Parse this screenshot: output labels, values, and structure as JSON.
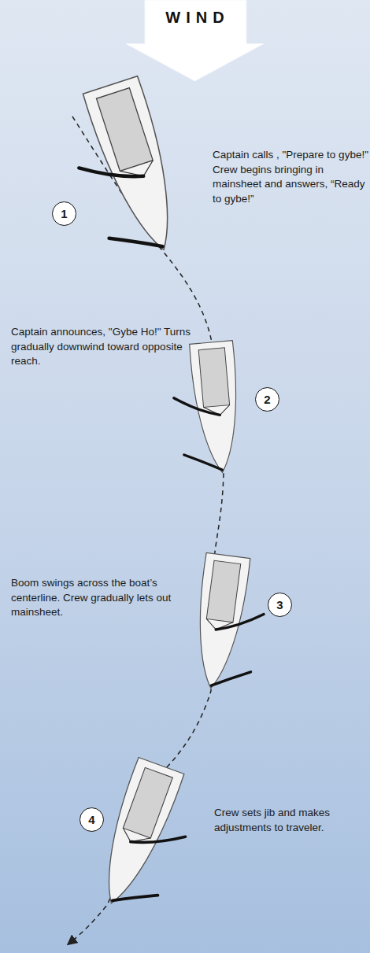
{
  "diagram": {
    "nodes": [
      {
        "text": [
          "WIND"
        ]
      },
      {
        "text": [
          "1"
        ]
      },
      {
        "text": [
          "2"
        ]
      },
      {
        "text": [
          "3"
        ]
      },
      {
        "text": [
          "4"
        ]
      }
    ],
    "labels": [
      "Captain calls , \"Prepare to gybe!\" Crew begins bringing in mainsheet and answers, “Ready to gybe!”",
      "Captain announces, \"Gybe Ho!\" Turns gradually downwind toward opposite reach.",
      "Boom swings across the boat’s centerline. Crew gradually lets out mainsheet.",
      "Crew sets jib and makes adjustments to traveler."
    ]
  }
}
